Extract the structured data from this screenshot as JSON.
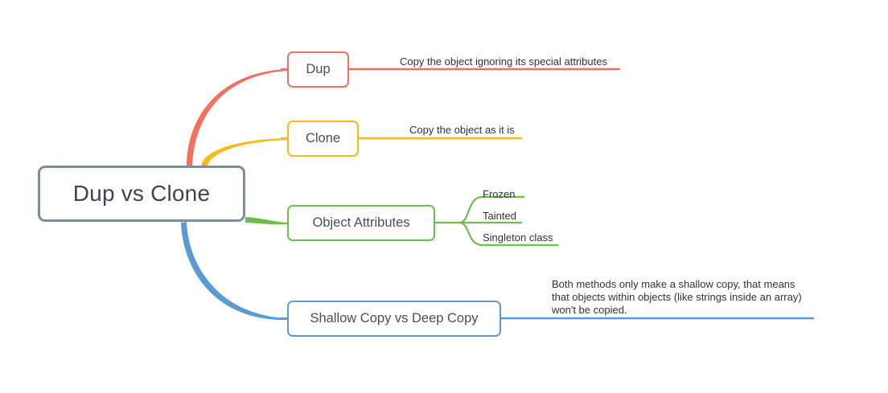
{
  "diagram": {
    "type": "mind-map",
    "root": {
      "label": "Dup vs Clone",
      "color": "#7f8c9b"
    },
    "branches": [
      {
        "id": "dup",
        "label": "Dup",
        "color": "#f4705e",
        "note": "Copy the object ignoring its special attributes",
        "children": []
      },
      {
        "id": "clone",
        "label": "Clone",
        "color": "#fbb913",
        "note": "Copy the object as it is",
        "children": []
      },
      {
        "id": "object-attributes",
        "label": "Object Attributes",
        "color": "#6cc04a",
        "note": "",
        "children": [
          {
            "label": "Frozen"
          },
          {
            "label": "Tainted"
          },
          {
            "label": "Singleton class"
          }
        ]
      },
      {
        "id": "shallow-vs-deep",
        "label": "Shallow Copy vs Deep Copy",
        "color": "#5b9bd5",
        "note": "Both methods only make a shallow copy, that means that objects within objects (like strings inside an array) won't be copied.",
        "children": []
      }
    ]
  }
}
